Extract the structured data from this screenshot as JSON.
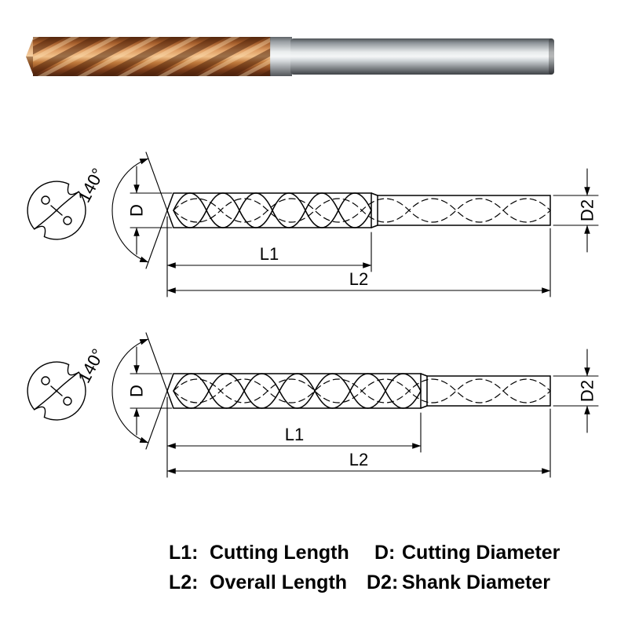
{
  "photo": {
    "flute_color": "#b0703d",
    "shank_color": "#c9ced2"
  },
  "diagram1": {
    "point_angle": "140°",
    "dim_d": "D",
    "dim_d2": "D2",
    "dim_l1": "L1",
    "dim_l2": "L2"
  },
  "diagram2": {
    "point_angle": "140°",
    "dim_d": "D",
    "dim_d2": "D2",
    "dim_l1": "L1",
    "dim_l2": "L2"
  },
  "legend": {
    "rows": [
      {
        "left_label": "L1:",
        "left_text": "Cutting Length",
        "right_label": "D:",
        "right_text": "Cutting Diameter"
      },
      {
        "left_label": "L2:",
        "left_text": "Overall Length",
        "right_label": "D2:",
        "right_text": "Shank Diameter"
      }
    ]
  },
  "colors": {
    "line": "#000000"
  }
}
